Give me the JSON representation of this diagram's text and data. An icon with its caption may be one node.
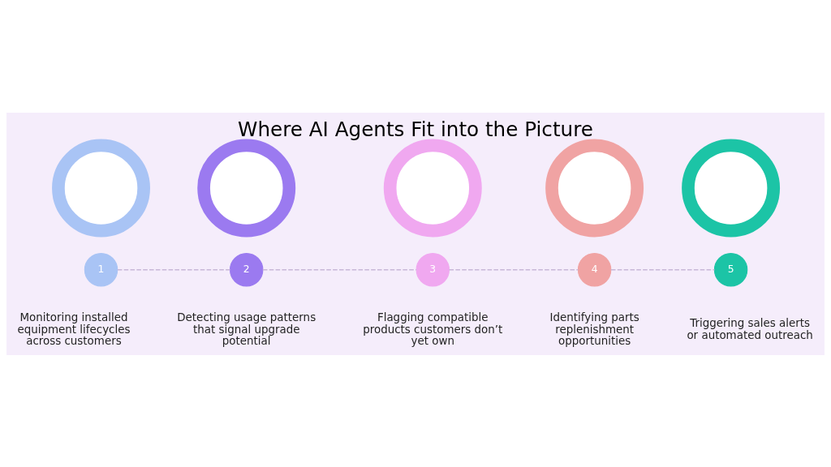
{
  "diagram": {
    "title": "Where AI Agents Fit into the Picture",
    "nodes": [
      {
        "text": [],
        "shape": "circle"
      },
      {
        "text": [],
        "shape": "circle"
      },
      {
        "text": [],
        "shape": "circle"
      },
      {
        "text": [],
        "shape": "circle"
      },
      {
        "text": [],
        "shape": "circle"
      },
      {
        "text": [
          "1"
        ],
        "beside": [
          "Monitoring installed equipment lifecycles across customers"
        ]
      },
      {
        "text": [
          "2"
        ],
        "beside": [
          "Detecting usage patterns that signal upgrade potential"
        ]
      },
      {
        "text": [
          "3"
        ],
        "beside": [
          "Flagging compatible products customers don’t yet own"
        ]
      },
      {
        "text": [
          "4"
        ],
        "beside": [
          "Identifying parts replenishment opportunities"
        ]
      },
      {
        "text": [
          "5"
        ],
        "beside": [
          "Triggering sales alerts or automated outreach"
        ]
      }
    ],
    "edges": [
      {
        "from": 5,
        "to": 6,
        "arrow": "none",
        "style": "dashed"
      },
      {
        "from": 6,
        "to": 7,
        "arrow": "none",
        "style": "dashed"
      },
      {
        "from": 7,
        "to": 8,
        "arrow": "none",
        "style": "dashed"
      },
      {
        "from": 8,
        "to": 9,
        "arrow": "none",
        "style": "dashed"
      }
    ]
  }
}
